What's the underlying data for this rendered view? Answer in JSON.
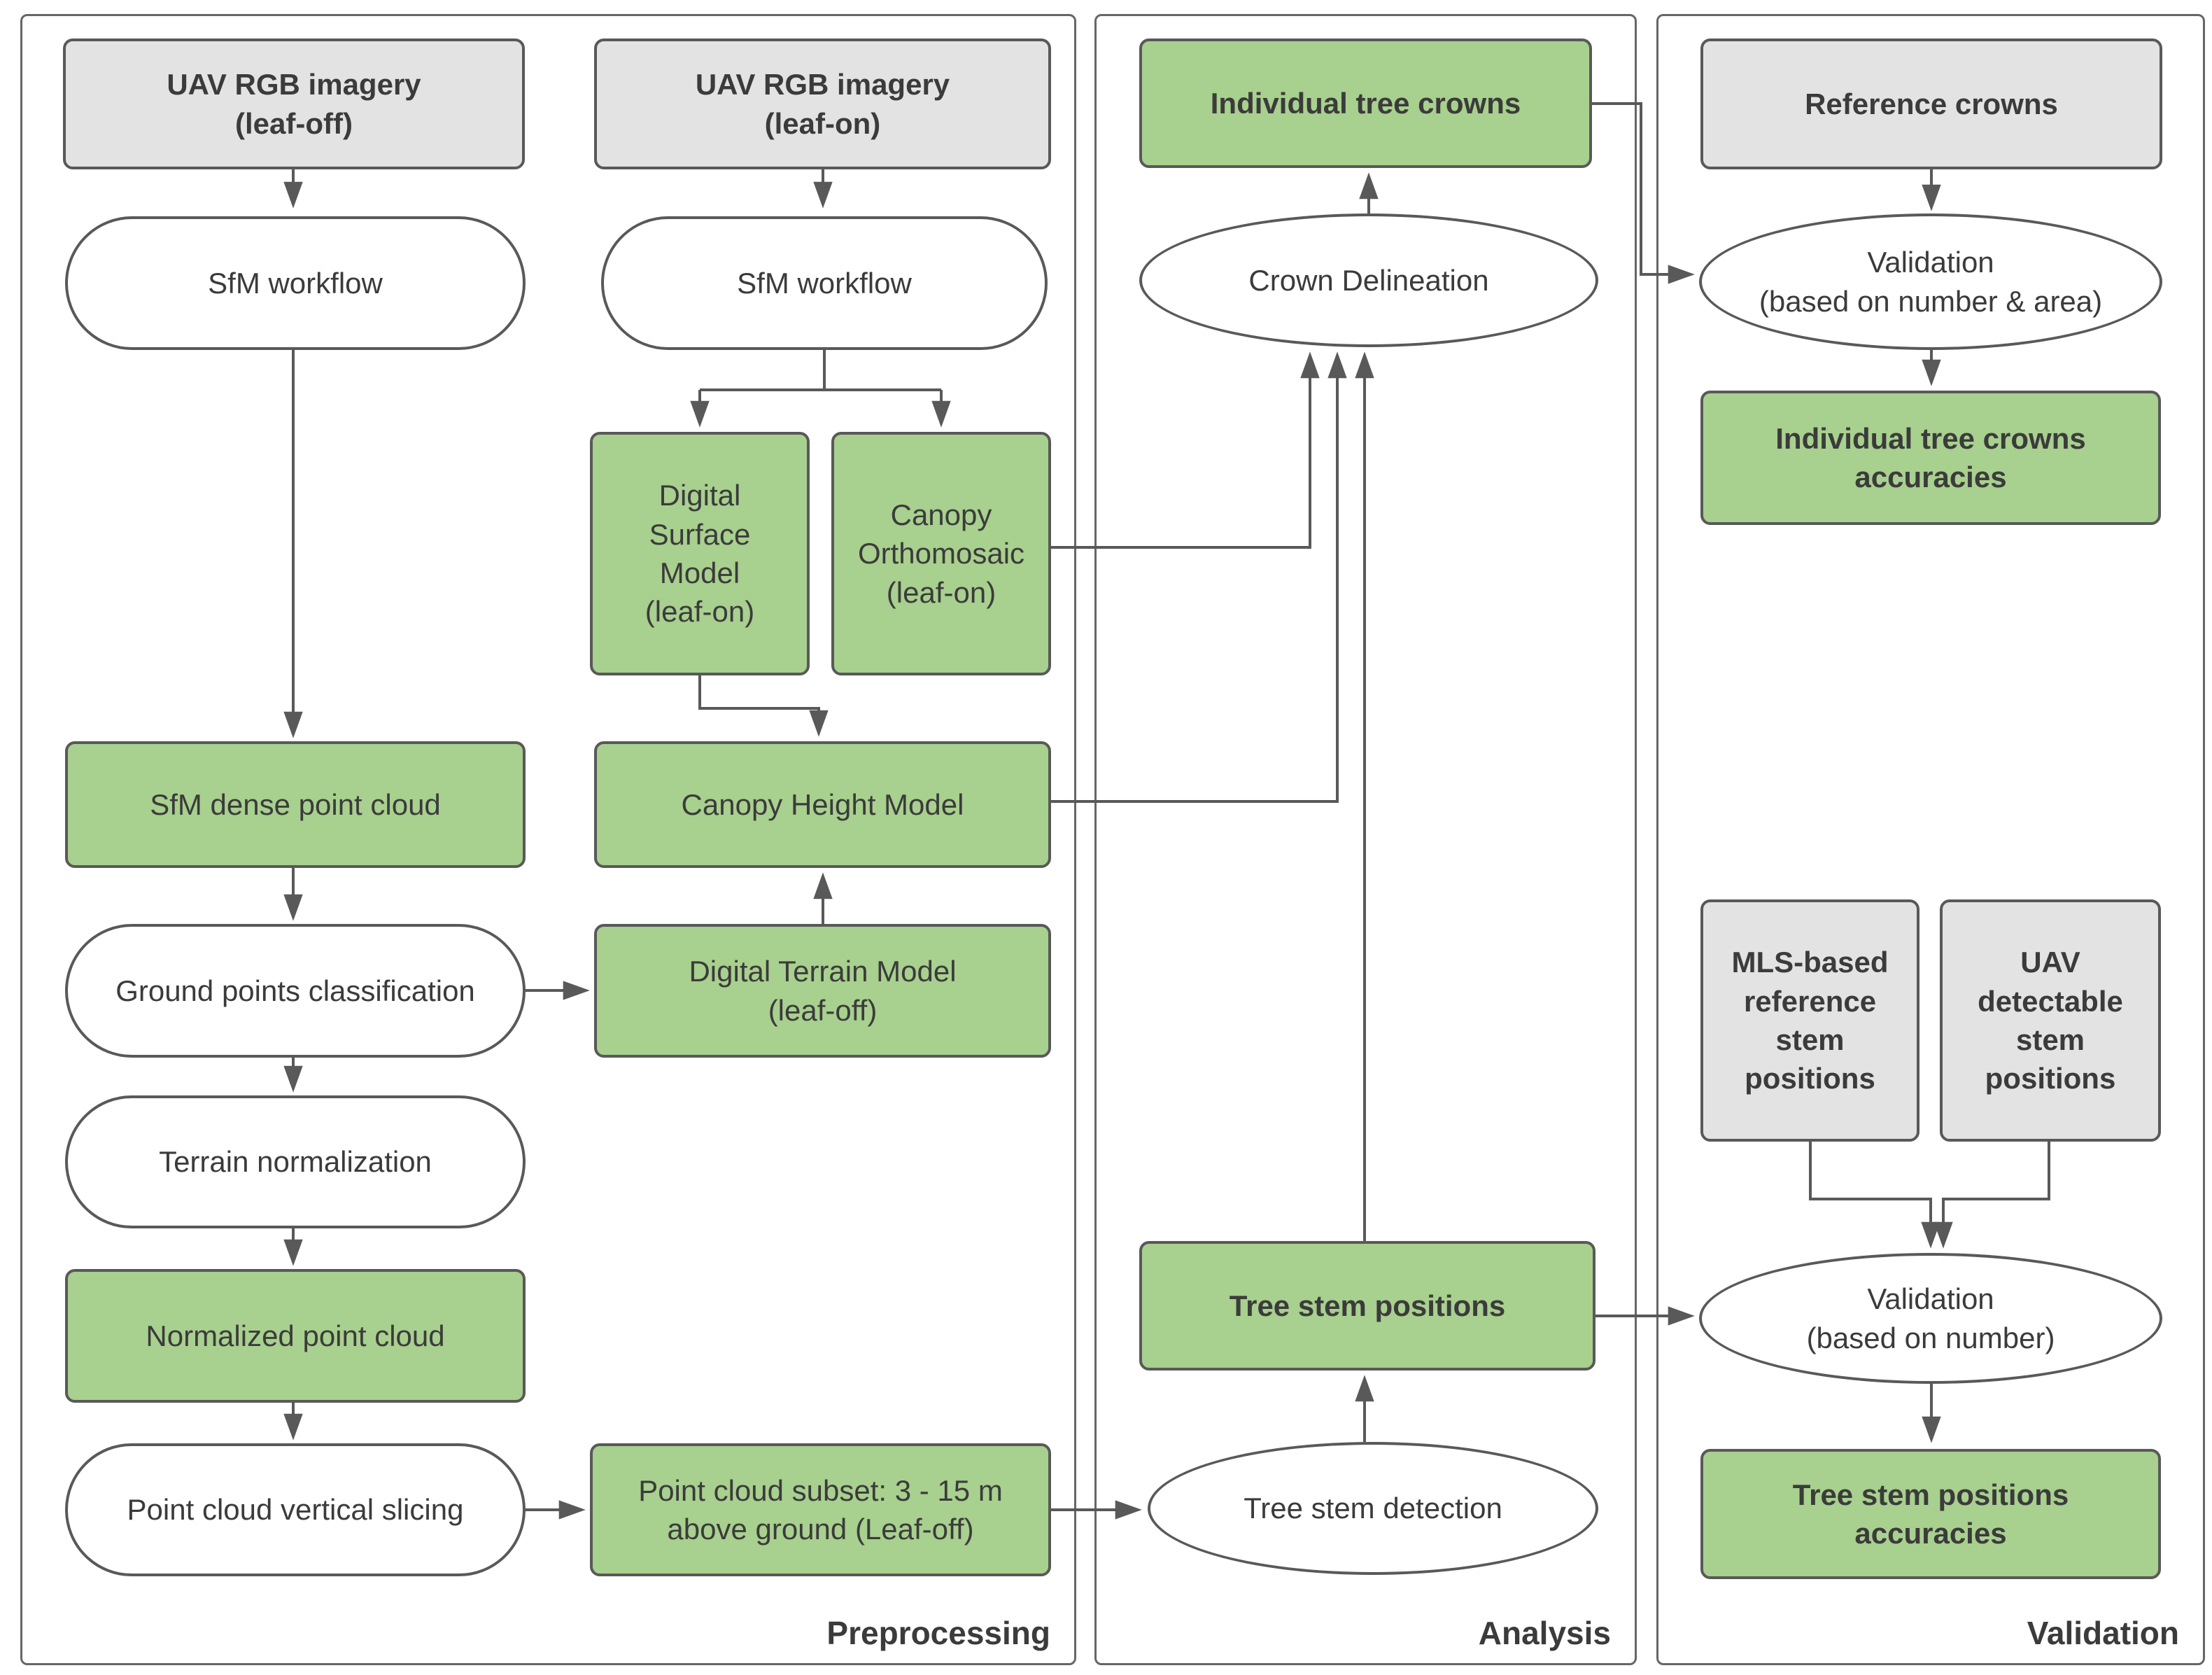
{
  "colors": {
    "green_fill": "#a8d08e",
    "gray_fill": "#e3e3e3",
    "shape_border": "#595959",
    "panel_border": "#666666",
    "arrow": "#595959",
    "text": "#3b3b3b",
    "background": "#ffffff"
  },
  "panels": {
    "preprocessing": {
      "label": "Preprocessing"
    },
    "analysis": {
      "label": "Analysis"
    },
    "validation": {
      "label": "Validation"
    }
  },
  "nodes": {
    "uav_rgb_leaf_off": {
      "label": "UAV RGB imagery\n(leaf-off)"
    },
    "sfm_workflow_leaf_off": {
      "label": "SfM workflow"
    },
    "sfm_dense_point_cloud": {
      "label": "SfM dense point cloud"
    },
    "ground_points_classification": {
      "label": "Ground points classification"
    },
    "terrain_normalization": {
      "label": "Terrain normalization"
    },
    "normalized_point_cloud": {
      "label": "Normalized point cloud"
    },
    "point_cloud_vertical_slicing": {
      "label": "Point cloud vertical slicing"
    },
    "uav_rgb_leaf_on": {
      "label": "UAV RGB imagery\n(leaf-on)"
    },
    "sfm_workflow_leaf_on": {
      "label": "SfM workflow"
    },
    "digital_surface_model": {
      "label": "Digital\nSurface\nModel\n(leaf-on)"
    },
    "canopy_orthomosaic": {
      "label": "Canopy\nOrthomosaic\n(leaf-on)"
    },
    "canopy_height_model": {
      "label": "Canopy Height Model"
    },
    "digital_terrain_model": {
      "label": "Digital Terrain Model\n(leaf-off)"
    },
    "point_cloud_subset": {
      "label": "Point cloud subset: 3 - 15 m\nabove ground (Leaf-off)"
    },
    "individual_tree_crowns": {
      "label": "Individual tree crowns"
    },
    "crown_delineation": {
      "label": "Crown Delineation"
    },
    "tree_stem_positions": {
      "label": "Tree stem positions"
    },
    "tree_stem_detection": {
      "label": "Tree stem detection"
    },
    "reference_crowns": {
      "label": "Reference crowns"
    },
    "validation_crowns": {
      "label": "Validation\n(based on number & area)"
    },
    "individual_tree_crowns_accuracies": {
      "label": "Individual tree crowns\naccuracies"
    },
    "mls_reference_stem_positions": {
      "label": "MLS-based\nreference\nstem\npositions"
    },
    "uav_detectable_stem_positions": {
      "label": "UAV\ndetectable\nstem\npositions"
    },
    "validation_stems": {
      "label": "Validation\n(based on number)"
    },
    "tree_stem_positions_accuracies": {
      "label": "Tree stem positions\naccuracies"
    }
  }
}
